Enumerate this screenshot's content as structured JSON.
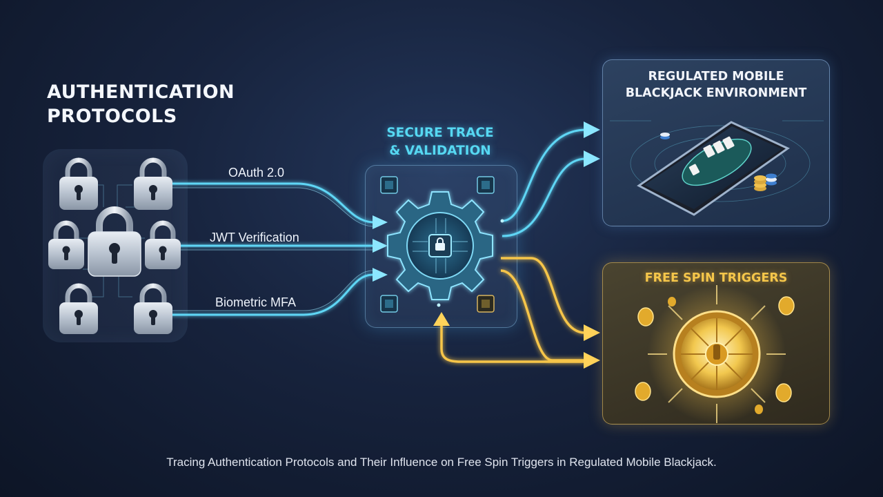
{
  "left_section": {
    "title_line1": "AUTHENTICATION",
    "title_line2": "PROTOCOLS",
    "icons": [
      "lock-icon",
      "lock-icon",
      "lock-icon",
      "lock-icon",
      "lock-icon",
      "lock-icon",
      "lock-icon"
    ]
  },
  "protocols": [
    {
      "label": "OAuth 2.0"
    },
    {
      "label": "JWT Verification"
    },
    {
      "label": "Biometric MFA"
    }
  ],
  "center": {
    "title_line1": "SECURE TRACE",
    "title_line2": "& VALIDATION",
    "icons": [
      "gear-icon",
      "chip-icon",
      "lock-icon"
    ]
  },
  "blackjack_card": {
    "title_line1": "REGULATED MOBILE",
    "title_line2": "BLACKJACK ENVIRONMENT",
    "icons": [
      "smartphone-icon",
      "playing-cards-icon",
      "poker-chips-icon"
    ]
  },
  "spins_card": {
    "title": "FREE SPIN TRIGGERS",
    "icons": [
      "slot-wheel-icon",
      "coin-icon"
    ]
  },
  "caption": "Tracing Authentication Protocols and Their Influence on Free Spin Triggers in Regulated Mobile Blackjack.",
  "colors": {
    "background": "#17233d",
    "cyan_flow": "#5fd6f5",
    "gold_flow": "#f6c54a",
    "card_blue_border": "#96bee9",
    "card_gold_border": "#ebc364"
  }
}
